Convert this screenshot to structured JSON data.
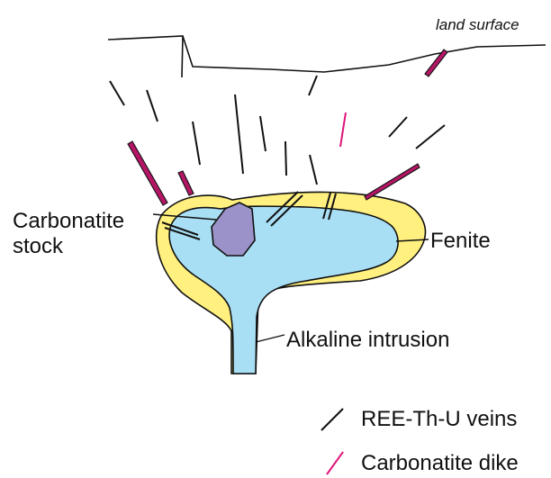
{
  "labels": {
    "land_surface": "land surface",
    "carbonatite_stock_line1": "Carbonatite",
    "carbonatite_stock_line2": "stock",
    "fenite": "Fenite",
    "alkaline_intrusion": "Alkaline intrusion"
  },
  "legend": {
    "items": [
      {
        "label": "REE-Th-U veins",
        "color": "#111111"
      },
      {
        "label": "Carbonatite dike",
        "color": "#e0137a"
      }
    ]
  },
  "colors": {
    "fenite": "#fff07f",
    "alkaline_intrusion": "#a9dff5",
    "carbonatite_stock": "#9a92c8",
    "dike": "#b41665",
    "dike_outline": "#111111",
    "vein": "#111111",
    "outline": "#111111"
  }
}
